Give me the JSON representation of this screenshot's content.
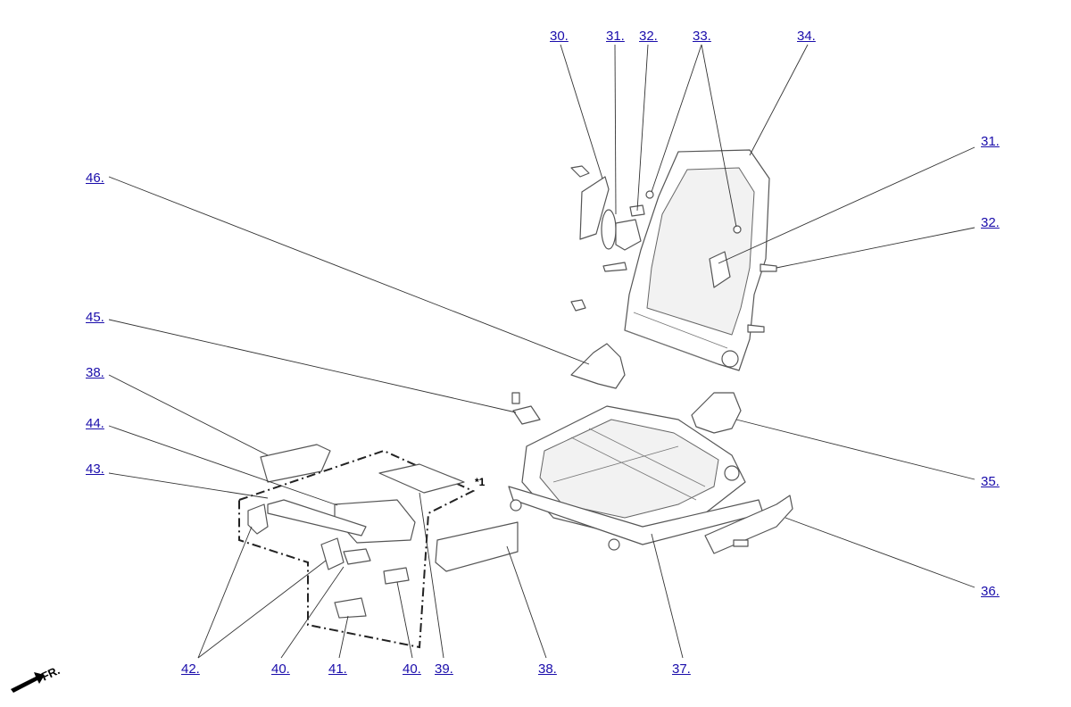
{
  "callouts": {
    "c30": "30.",
    "c31a": "31.",
    "c32a": "32.",
    "c33": "33.",
    "c34": "34.",
    "c31b": "31.",
    "c32b": "32.",
    "c46": "46.",
    "c45": "45.",
    "c38a": "38.",
    "c44": "44.",
    "c43": "43.",
    "c35": "35.",
    "c36": "36.",
    "c42": "42.",
    "c40a": "40.",
    "c41": "41.",
    "c40b": "40.",
    "c39": "39.",
    "c38b": "38.",
    "c37": "37."
  },
  "note_star": "*1",
  "direction_label": "FR.",
  "colors": {
    "link": "#1a0dab",
    "line": "#333333"
  }
}
